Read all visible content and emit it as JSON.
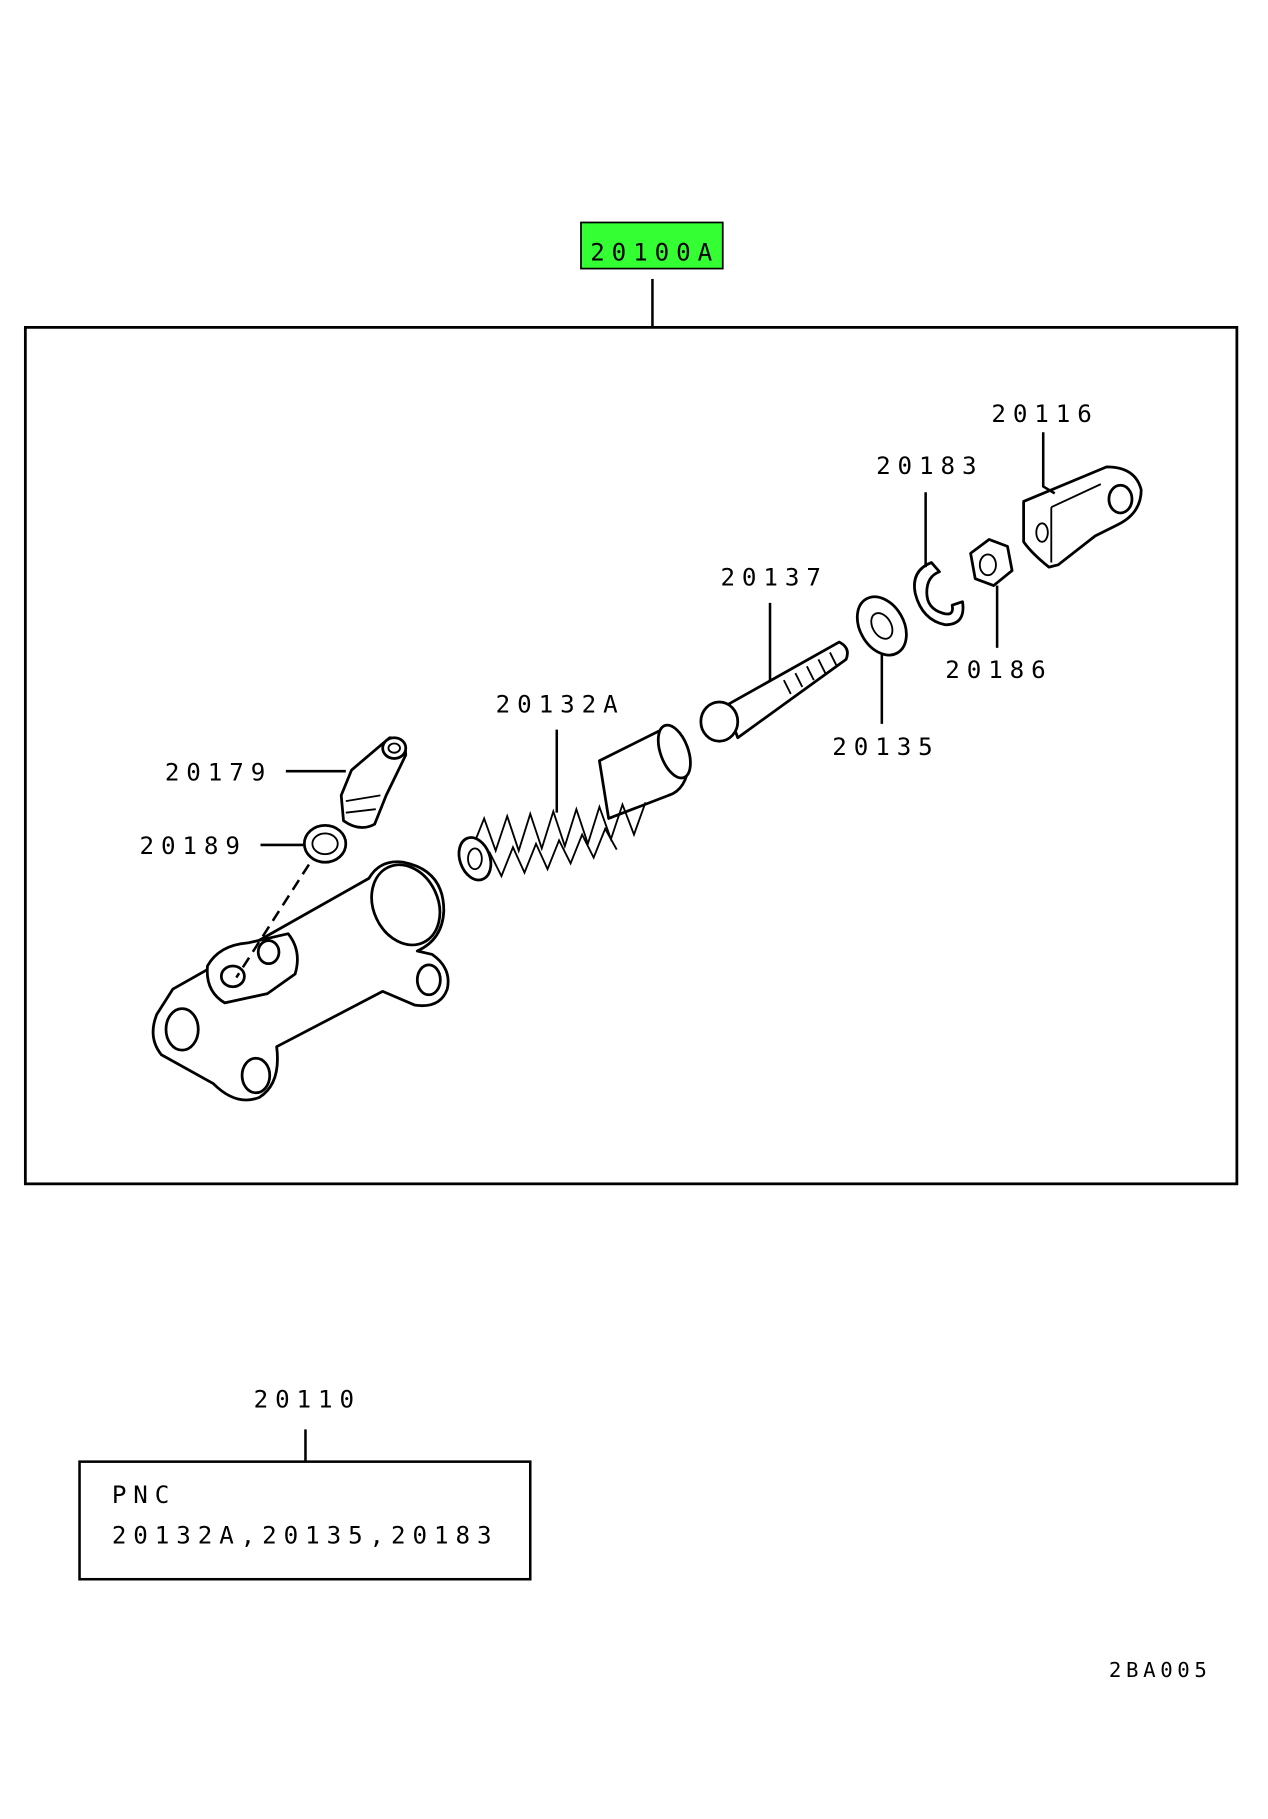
{
  "diagram": {
    "assembly_label": "20100A",
    "assembly_highlight_color": "#33ff33",
    "parts": {
      "p20116": "20116",
      "p20183": "20183",
      "p20137": "20137",
      "p20132A": "20132A",
      "p20179": "20179",
      "p20189": "20189",
      "p20135": "20135",
      "p20186": "20186"
    },
    "kit": {
      "label": "20110",
      "title": "PNC",
      "contents": "20132A,20135,20183"
    },
    "figure_code": "2BA005"
  }
}
